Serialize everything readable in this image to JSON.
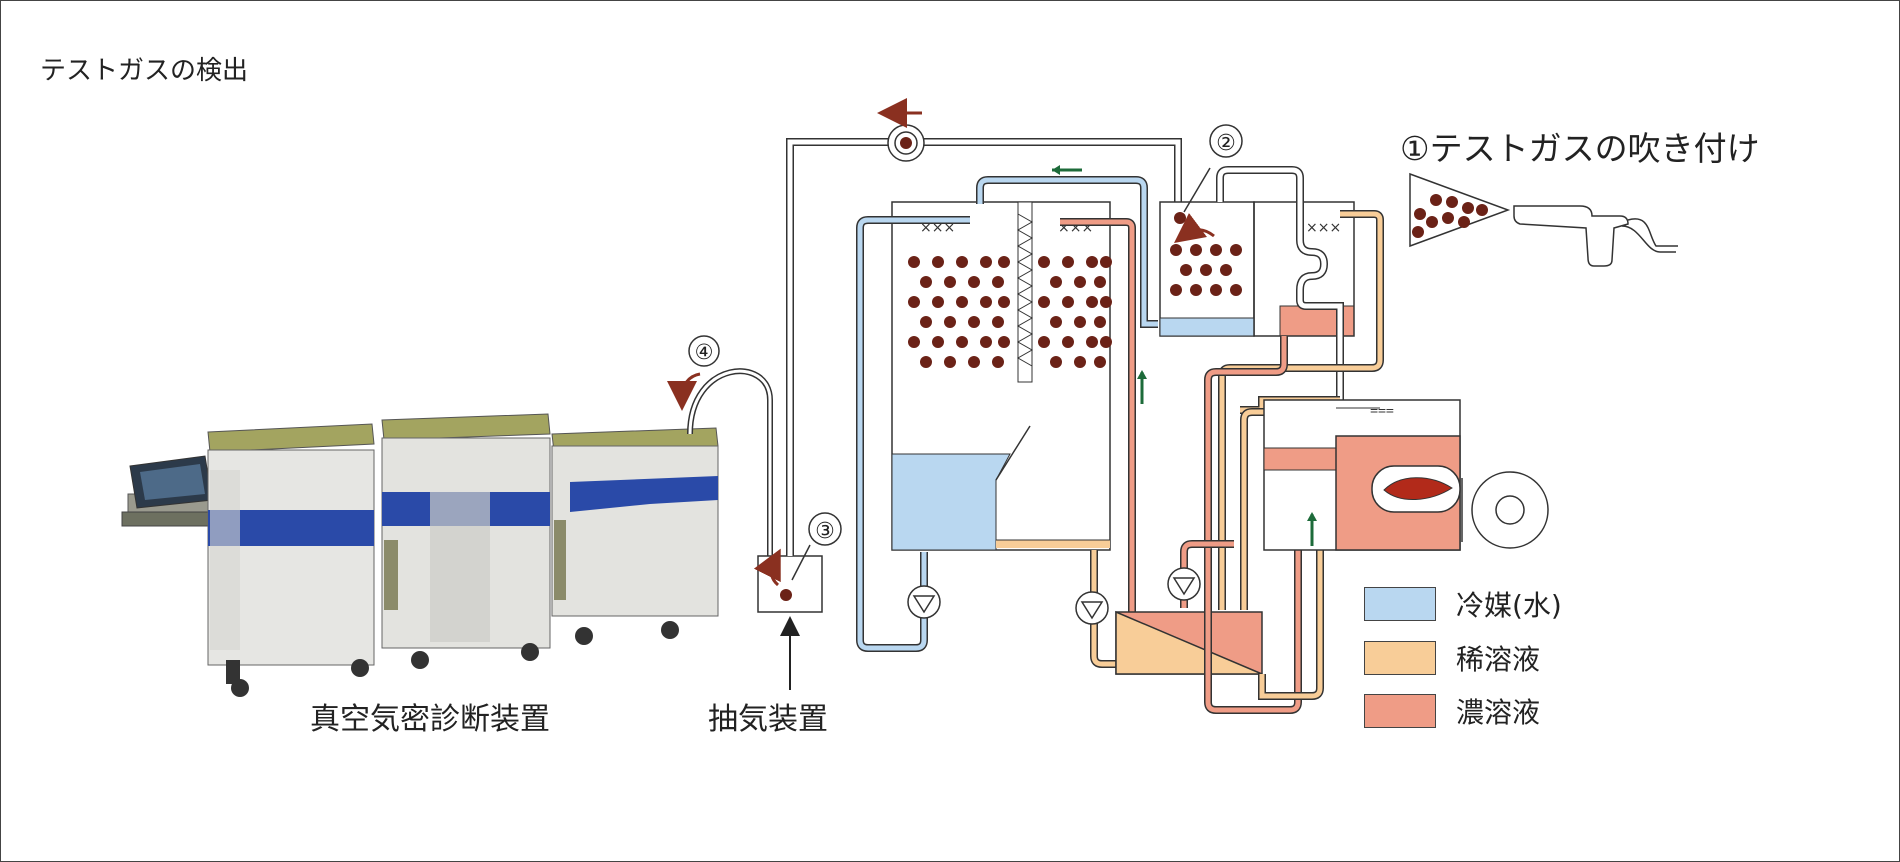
{
  "page": {
    "title": "テストガスの検出",
    "step1_label": "①テストガスの吹き付け",
    "step2_marker": "②",
    "step3_marker": "③",
    "step4_marker": "④",
    "device_label": "真空気密診断装置",
    "extractor_label": "抽気装置"
  },
  "legend": [
    {
      "label": "冷媒(水)",
      "color": "#b9d7f0"
    },
    {
      "label": "稀溶液",
      "color": "#f8cd98"
    },
    {
      "label": "濃溶液",
      "color": "#ef9c86"
    }
  ],
  "colors": {
    "refrigerant": "#b9d7f0",
    "dilute": "#f8cd98",
    "concentrated": "#ef9c86",
    "gas_dot": "#6b2217",
    "arrow_red": "#8a3020",
    "arrow_green": "#1d6b3a",
    "outline": "#333333",
    "device_blue": "#2a4aa8"
  }
}
